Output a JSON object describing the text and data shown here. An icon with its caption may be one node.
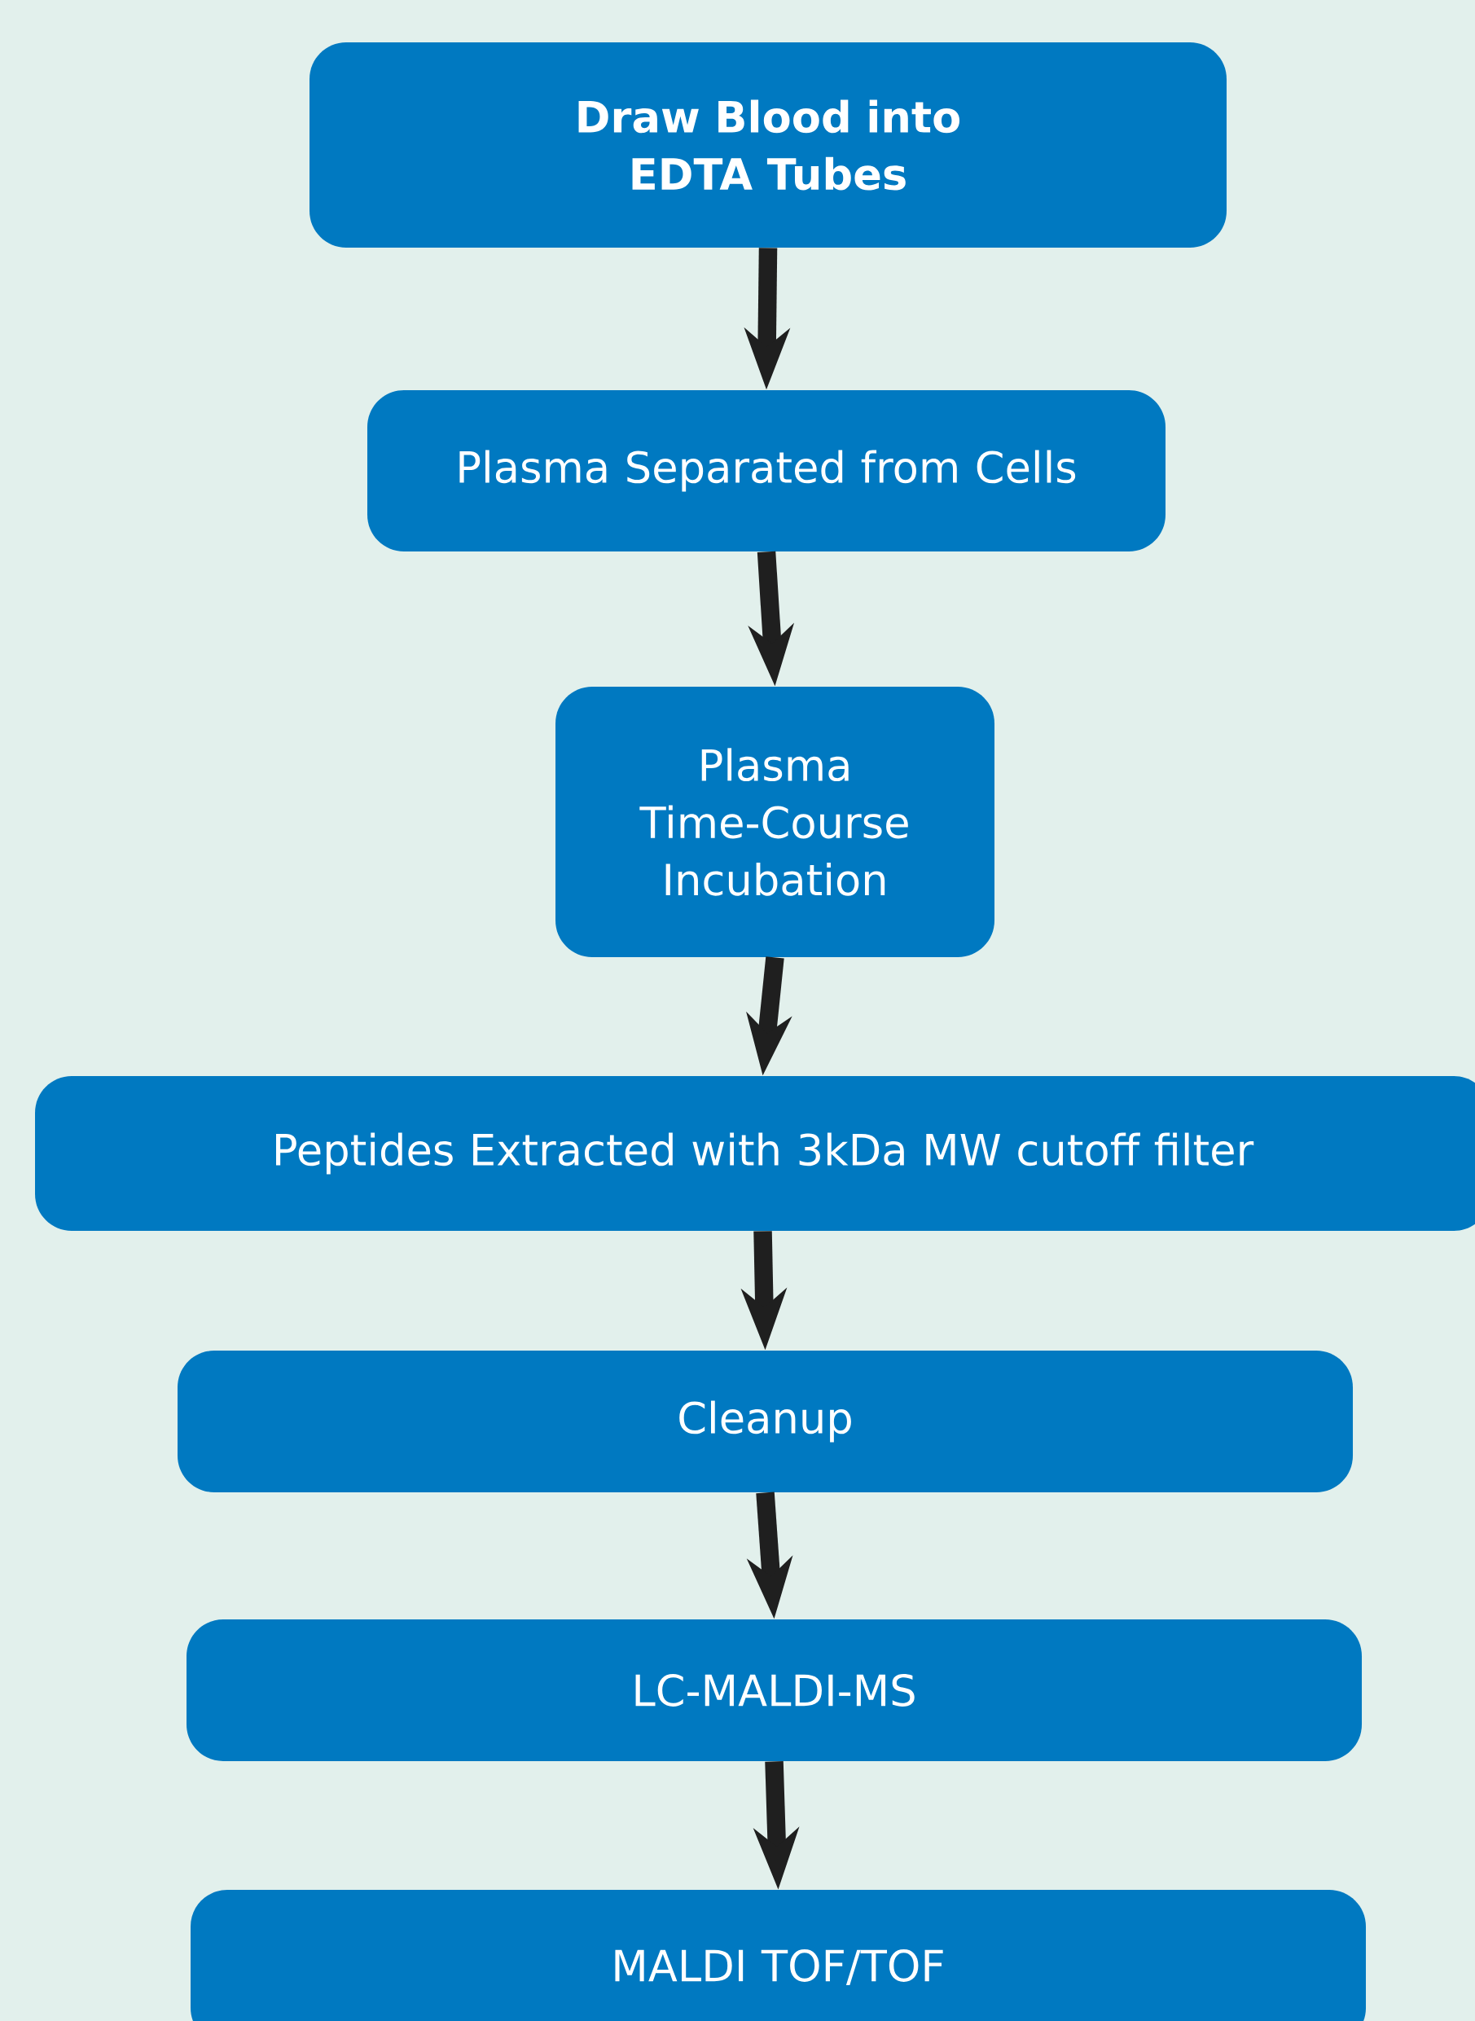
{
  "diagram": {
    "nodes": [
      {
        "text": [
          "Draw Blood into EDTA Tubes"
        ]
      },
      {
        "text": [
          "Plasma Separated from Cells"
        ]
      },
      {
        "text": [
          "Plasma Time-Course Incubation"
        ]
      },
      {
        "text": [
          "Peptides Extracted with 3kDa MW cutoff filter"
        ]
      },
      {
        "text": [
          "Cleanup"
        ]
      },
      {
        "text": [
          "LC-MALDI-MS"
        ]
      },
      {
        "text": [
          "MALDI TOF/TOF"
        ]
      }
    ],
    "edges": [
      {
        "from": 0,
        "to": 1,
        "arrow": "to"
      },
      {
        "from": 1,
        "to": 2,
        "arrow": "to"
      },
      {
        "from": 2,
        "to": 3,
        "arrow": "to"
      },
      {
        "from": 3,
        "to": 4,
        "arrow": "to"
      },
      {
        "from": 4,
        "to": 5,
        "arrow": "to"
      },
      {
        "from": 5,
        "to": 6,
        "arrow": "to"
      }
    ]
  }
}
